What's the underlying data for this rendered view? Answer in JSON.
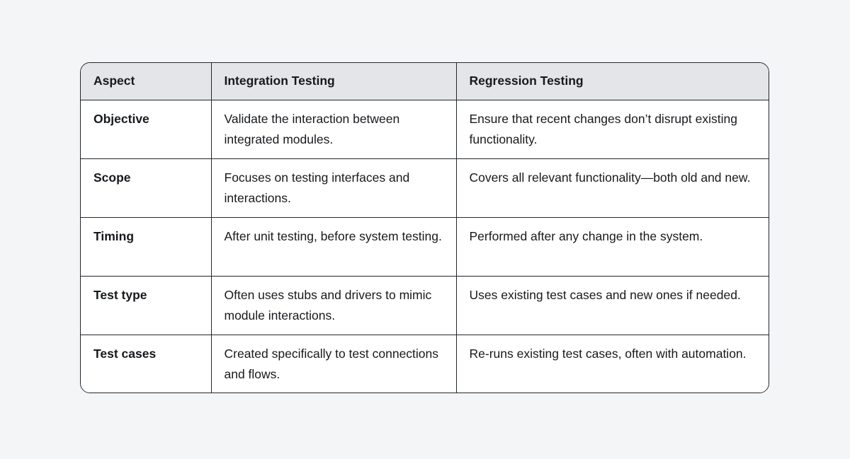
{
  "theme": {
    "page_bg": "#f4f5f7",
    "border_color": "#22262b",
    "header_bg": "#e3e5e9",
    "cell_bg": "#ffffff",
    "text_color": "#17191c"
  },
  "table": {
    "columns": [
      "Aspect",
      "Integration Testing",
      "Regression Testing"
    ],
    "rows": [
      {
        "aspect": "Objective",
        "integration": "Validate the interaction between integrated modules.",
        "regression": "Ensure that recent changes don’t disrupt existing functionality."
      },
      {
        "aspect": "Scope",
        "integration": "Focuses on testing interfaces and interactions.",
        "regression": "Covers all relevant functionality—both old and new."
      },
      {
        "aspect": "Timing",
        "integration": "After unit testing, before system testing.",
        "regression": "Performed after any change in the system."
      },
      {
        "aspect": "Test type",
        "integration": "Often uses stubs and drivers to mimic module interactions.",
        "regression": "Uses existing test cases and new ones if needed."
      },
      {
        "aspect": "Test cases",
        "integration": "Created specifically to test connections and flows.",
        "regression": "Re-runs existing test cases, often with automation."
      }
    ]
  }
}
